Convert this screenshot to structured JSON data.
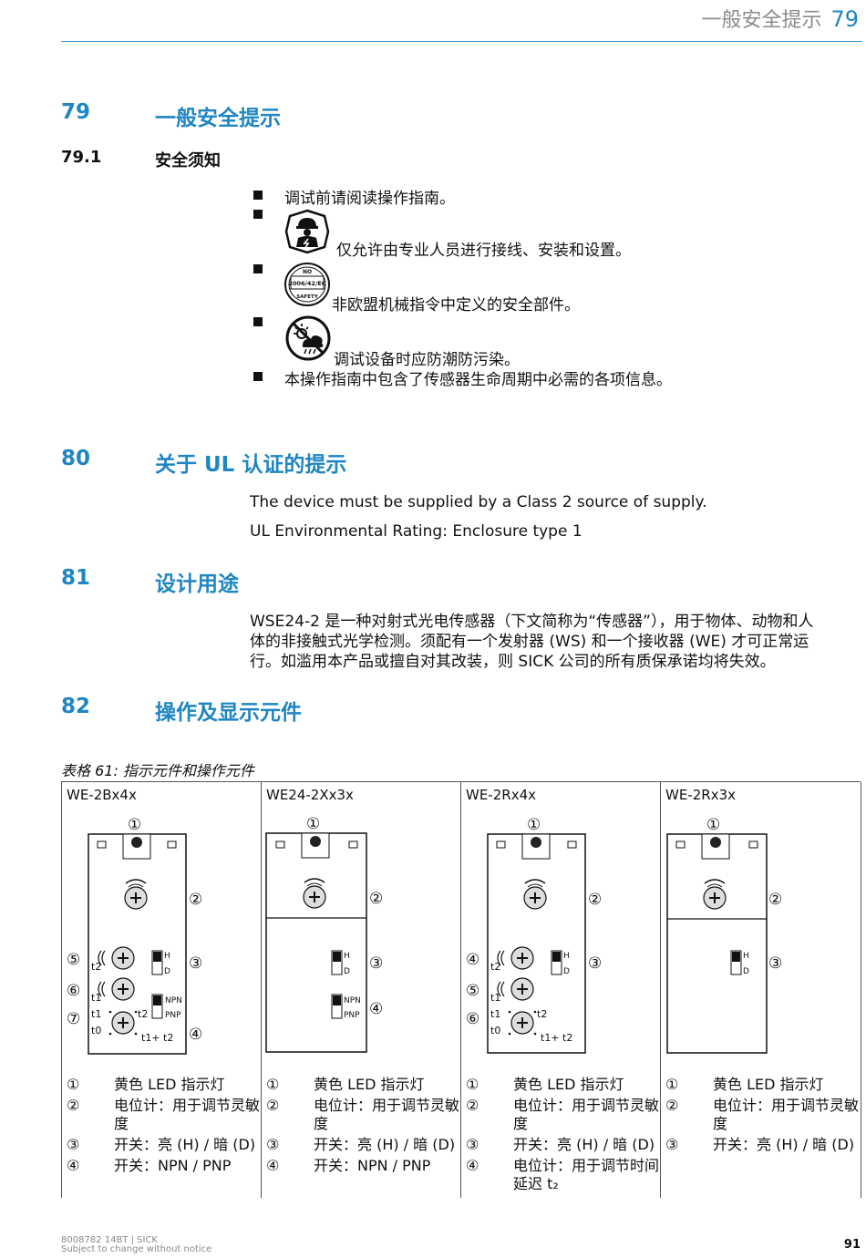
{
  "running_header": {
    "title": "一般安全提示",
    "page_number": "79"
  },
  "sections": {
    "s79": {
      "num": "79",
      "title": "一般安全提示"
    },
    "s79_1": {
      "num": "79.1",
      "title": "安全须知"
    },
    "s80": {
      "num": "80",
      "title": "关于 UL 认证的提示"
    },
    "s81": {
      "num": "81",
      "title": "设计用途"
    },
    "s82": {
      "num": "82",
      "title": "操作及显示元件"
    }
  },
  "safety_items": [
    "调试前请阅读操作指南。",
    "仅允许由专业人员进行接线、安装和设置。",
    "非欧盟机械指令中定义的安全部件。",
    "调试设备时应防潮防污染。",
    "本操作指南中包含了传感器生命周期中必需的各项信息。"
  ],
  "no_safety_icon": {
    "line1": "NO",
    "line2": "2006/42/EC",
    "line3": "SAFETY"
  },
  "ul": {
    "line1": "The device must be supplied by a Class 2 source of supply.",
    "line2": "UL Environmental Rating: Enclosure type 1"
  },
  "intended_use": {
    "lines": [
      "WSE24-2 是一种对射式光电传感器（下文简称为“传感器”），用于物体、动物和人",
      "体的非接触式光学检测。须配有一个发射器 (WS) 和一个接收器 (WE) 才可正常运",
      "行。如滥用本产品或擅自对其改装，则 SICK 公司的所有质保承诺均将失效。"
    ]
  },
  "table": {
    "caption": "表格 61: 指示元件和操作元件",
    "columns": [
      {
        "header": "WE-2Bx4x",
        "legend": [
          {
            "num": "①",
            "text": "黄色 LED 指示灯"
          },
          {
            "num": "②",
            "text": "电位计：用于调节灵敏度"
          },
          {
            "num": "③",
            "text": "开关：亮 (H) / 暗 (D)"
          },
          {
            "num": "④",
            "text": "开关：NPN / PNP"
          }
        ]
      },
      {
        "header": "WE24-2Xx3x",
        "legend": [
          {
            "num": "①",
            "text": "黄色 LED 指示灯"
          },
          {
            "num": "②",
            "text": "电位计：用于调节灵敏度"
          },
          {
            "num": "③",
            "text": "开关：亮 (H) / 暗 (D)"
          },
          {
            "num": "④",
            "text": "开关：NPN / PNP"
          }
        ]
      },
      {
        "header": "WE-2Rx4x",
        "legend": [
          {
            "num": "①",
            "text": "黄色 LED 指示灯"
          },
          {
            "num": "②",
            "text": "电位计：用于调节灵敏度"
          },
          {
            "num": "③",
            "text": "开关：亮 (H) / 暗 (D)"
          },
          {
            "num": "④",
            "text": "电位计：用于调节时间延迟 t₂"
          }
        ]
      },
      {
        "header": "WE-2Rx3x",
        "legend": [
          {
            "num": "①",
            "text": "黄色 LED 指示灯"
          },
          {
            "num": "②",
            "text": "电位计：用于调节灵敏度"
          },
          {
            "num": "③",
            "text": "开关：亮 (H) / 暗 (D)"
          }
        ]
      }
    ],
    "diagram_labels": {
      "c1": "①",
      "c2": "②",
      "c3": "③",
      "c4": "④",
      "c5": "⑤",
      "c6": "⑥",
      "c7": "⑦",
      "h": "H",
      "d": "D",
      "npn": "NPN",
      "pnp": "PNP",
      "t0": "t0",
      "t1": "t1",
      "t2": "t2",
      "t1t2": "t1+ t2"
    }
  },
  "footer": {
    "doc": "8008782 14BT | SICK",
    "notice": "Subject to change without notice",
    "page": "91"
  }
}
